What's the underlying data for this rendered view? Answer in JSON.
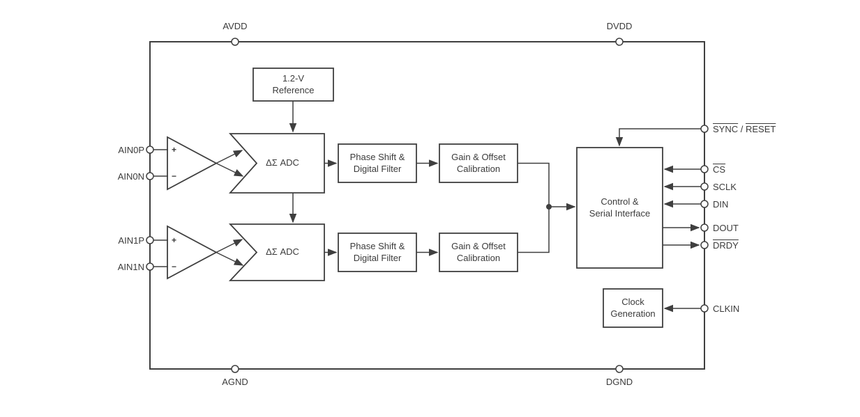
{
  "diagram": {
    "pins": {
      "avdd": "AVDD",
      "dvdd": "DVDD",
      "agnd": "AGND",
      "dgnd": "DGND",
      "ain0p": "AIN0P",
      "ain0n": "AIN0N",
      "ain1p": "AIN1P",
      "ain1n": "AIN1N",
      "sync": "SYNC",
      "sync_sep": " / ",
      "reset": "RESET",
      "cs": "CS",
      "sclk": "SCLK",
      "din": "DIN",
      "dout": "DOUT",
      "drdy": "DRDY",
      "clkin": "CLKIN"
    },
    "blocks": {
      "reference": "1.2-V\nReference",
      "adc": "ΔΣ ADC",
      "phase": "Phase Shift &\nDigital Filter",
      "gain": "Gain & Offset\nCalibration",
      "control": "Control &\nSerial Interface",
      "clock": "Clock\nGeneration"
    },
    "amp": {
      "plus": "+",
      "minus": "−"
    },
    "colors": {
      "line": "#3f3f3f",
      "text": "#3b3b3b",
      "background": "#ffffff"
    }
  }
}
